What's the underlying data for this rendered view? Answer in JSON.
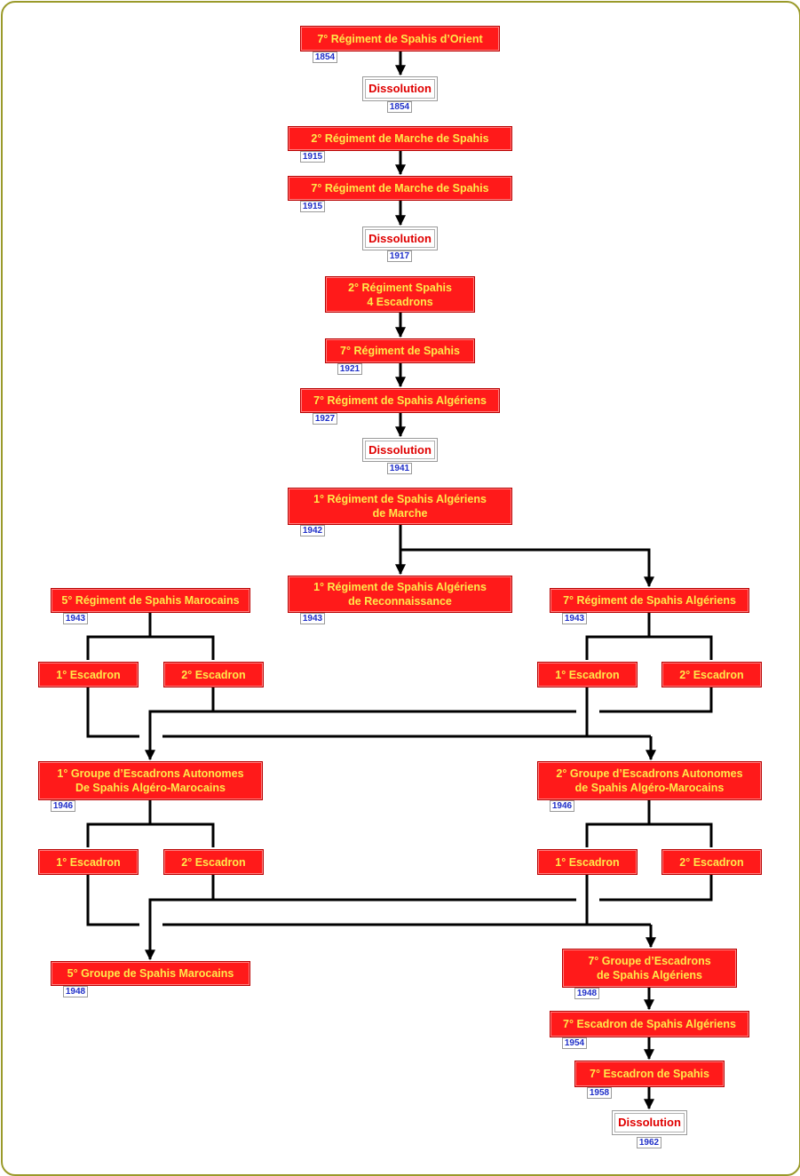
{
  "colors": {
    "box_fill": "#ff1a1a",
    "box_text": "#ffe94a",
    "dissolution_text": "#e00000",
    "year_text": "#1f2fc8",
    "frame": "#9a9a2a",
    "connector": "#000000"
  },
  "nodes": {
    "n01": {
      "label": "7° Régiment de Spahis d’Orient",
      "year": "1854"
    },
    "n02": {
      "label": "Dissolution",
      "year": "1854"
    },
    "n03": {
      "label": "2° Régiment de Marche de Spahis",
      "year": "1915"
    },
    "n04": {
      "label": "7° Régiment de Marche de Spahis",
      "year": "1915"
    },
    "n05": {
      "label": "Dissolution",
      "year": "1917"
    },
    "n06": {
      "label": "2° Régiment Spahis\n4 Escadrons",
      "year": ""
    },
    "n07": {
      "label": "7° Régiment de Spahis",
      "year": "1921"
    },
    "n08": {
      "label": "7° Régiment de Spahis Algériens",
      "year": "1927"
    },
    "n09": {
      "label": "Dissolution",
      "year": "1941"
    },
    "n10": {
      "label": "1° Régiment de Spahis Algériens\nde Marche",
      "year": "1942"
    },
    "n11": {
      "label": "1° Régiment de Spahis Algériens\nde Reconnaissance",
      "year": "1943"
    },
    "n12": {
      "label": "5° Régiment de Spahis Marocains",
      "year": "1943"
    },
    "n13": {
      "label": "7° Régiment de Spahis Algériens",
      "year": "1943"
    },
    "n14": {
      "label": "1° Escadron",
      "year": ""
    },
    "n15": {
      "label": "2° Escadron",
      "year": ""
    },
    "n16": {
      "label": "1° Escadron",
      "year": ""
    },
    "n17": {
      "label": "2° Escadron",
      "year": ""
    },
    "n18": {
      "label": "1° Groupe d’Escadrons Autonomes\nDe Spahis Algéro-Marocains",
      "year": "1946"
    },
    "n19": {
      "label": "2° Groupe d’Escadrons Autonomes\nde Spahis Algéro-Marocains",
      "year": "1946"
    },
    "n20": {
      "label": "1° Escadron",
      "year": ""
    },
    "n21": {
      "label": "2° Escadron",
      "year": ""
    },
    "n22": {
      "label": "1° Escadron",
      "year": ""
    },
    "n23": {
      "label": "2° Escadron",
      "year": ""
    },
    "n24": {
      "label": "5° Groupe de Spahis Marocains",
      "year": "1948"
    },
    "n25": {
      "label": "7° Groupe d’Escadrons\nde Spahis Algériens",
      "year": "1948"
    },
    "n26": {
      "label": "7° Escadron de Spahis Algériens",
      "year": "1954"
    },
    "n27": {
      "label": "7° Escadron de Spahis",
      "year": "1958"
    },
    "n28": {
      "label": "Dissolution",
      "year": "1962"
    }
  }
}
